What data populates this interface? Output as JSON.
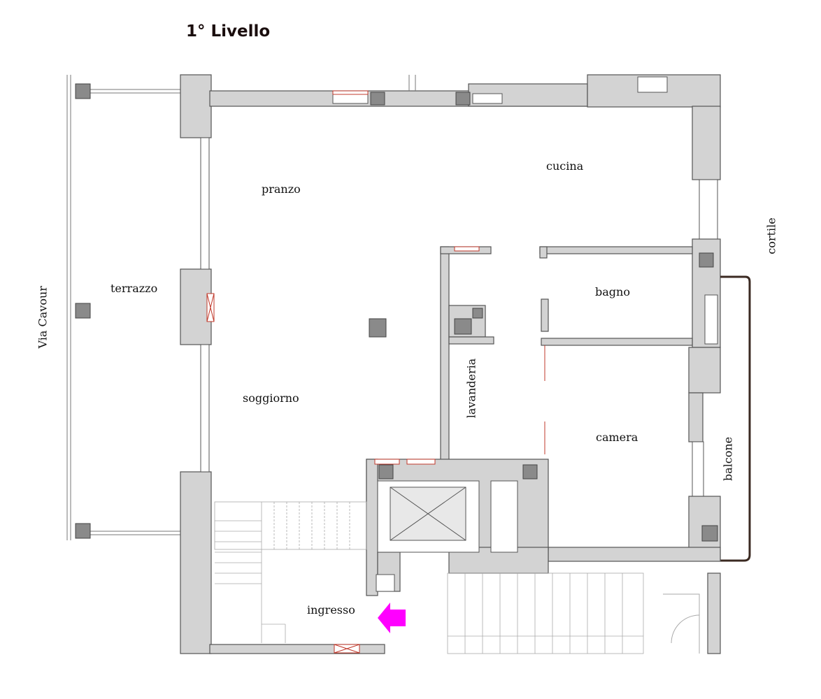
{
  "title": "1° Livello",
  "labels": {
    "via_cavour": "Via Cavour",
    "terrazzo": "terrazzo",
    "pranzo": "pranzo",
    "cucina": "cucina",
    "cortile": "cortile",
    "bagno": "bagno",
    "lavanderia": "lavanderia",
    "soggiorno": "soggiorno",
    "camera": "camera",
    "balcone": "balcone",
    "ingresso": "ingresso"
  },
  "colors": {
    "wall_fill": "#d3d3d3",
    "wall_stroke": "#555555",
    "window_red": "#c0392b",
    "entrance_arrow": "#ff00ff",
    "pillar": "#8a8a8a",
    "balcony_rail": "#3b2a22"
  },
  "icons": [
    "entrance-arrow-icon",
    "elevator-shaft-icon",
    "staircase-icon"
  ]
}
